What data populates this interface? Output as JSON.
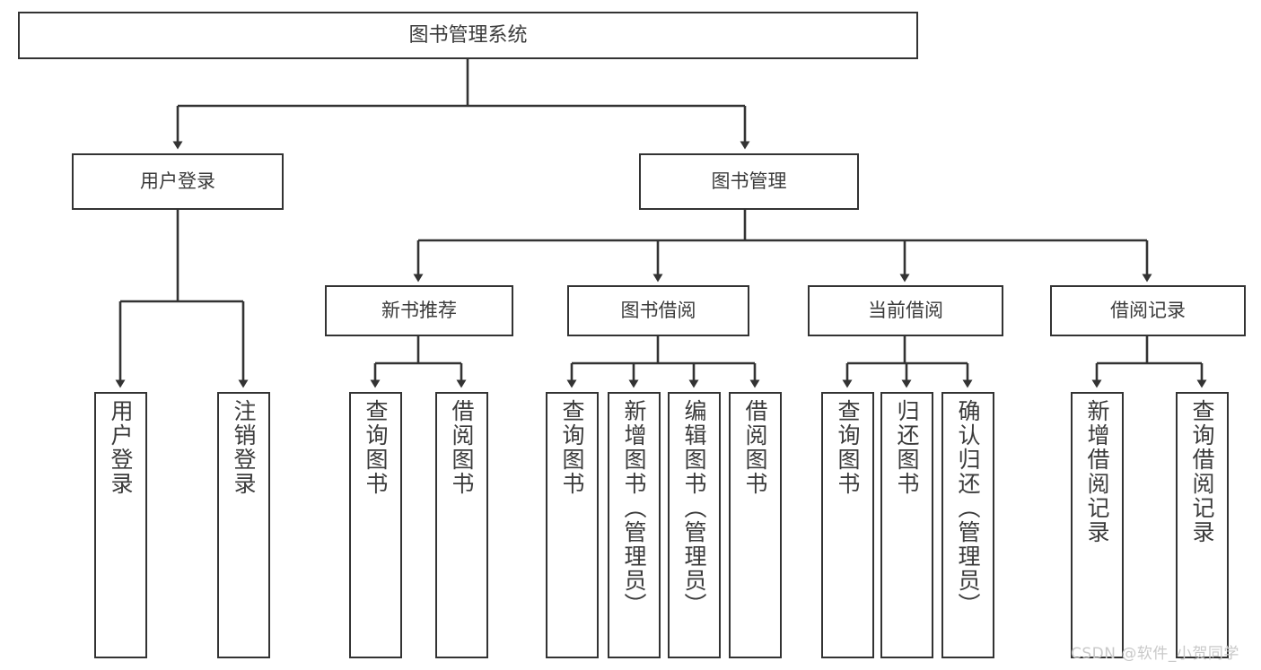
{
  "diagram": {
    "title": "图书管理系统",
    "watermark": "CSDN @软件_小贺同学",
    "colors": {
      "stroke": "#333333",
      "text": "#3b3b3b",
      "background": "#ffffff",
      "watermark": "#c9c9c9"
    },
    "nodes": {
      "root": "图书管理系统",
      "level2": {
        "user_login": "用户登录",
        "book_manage": "图书管理"
      },
      "level3": {
        "new_book_rec": "新书推荐",
        "book_borrow": "图书借阅",
        "current_borrow": "当前借阅",
        "borrow_record": "借阅记录"
      },
      "leaves": {
        "user_login_1": "用户登录",
        "user_login_2": "注销登录",
        "new_book_rec_1": "查询图书",
        "new_book_rec_2": "借阅图书",
        "book_borrow_1": "查询图书",
        "book_borrow_2": "新增图书（管理员）",
        "book_borrow_3": "编辑图书（管理员）",
        "book_borrow_4": "借阅图书",
        "current_borrow_1": "查询图书",
        "current_borrow_2": "归还图书",
        "current_borrow_3": "确认归还（管理员）",
        "borrow_record_1": "新增借阅记录",
        "borrow_record_2": "查询借阅记录"
      }
    }
  }
}
